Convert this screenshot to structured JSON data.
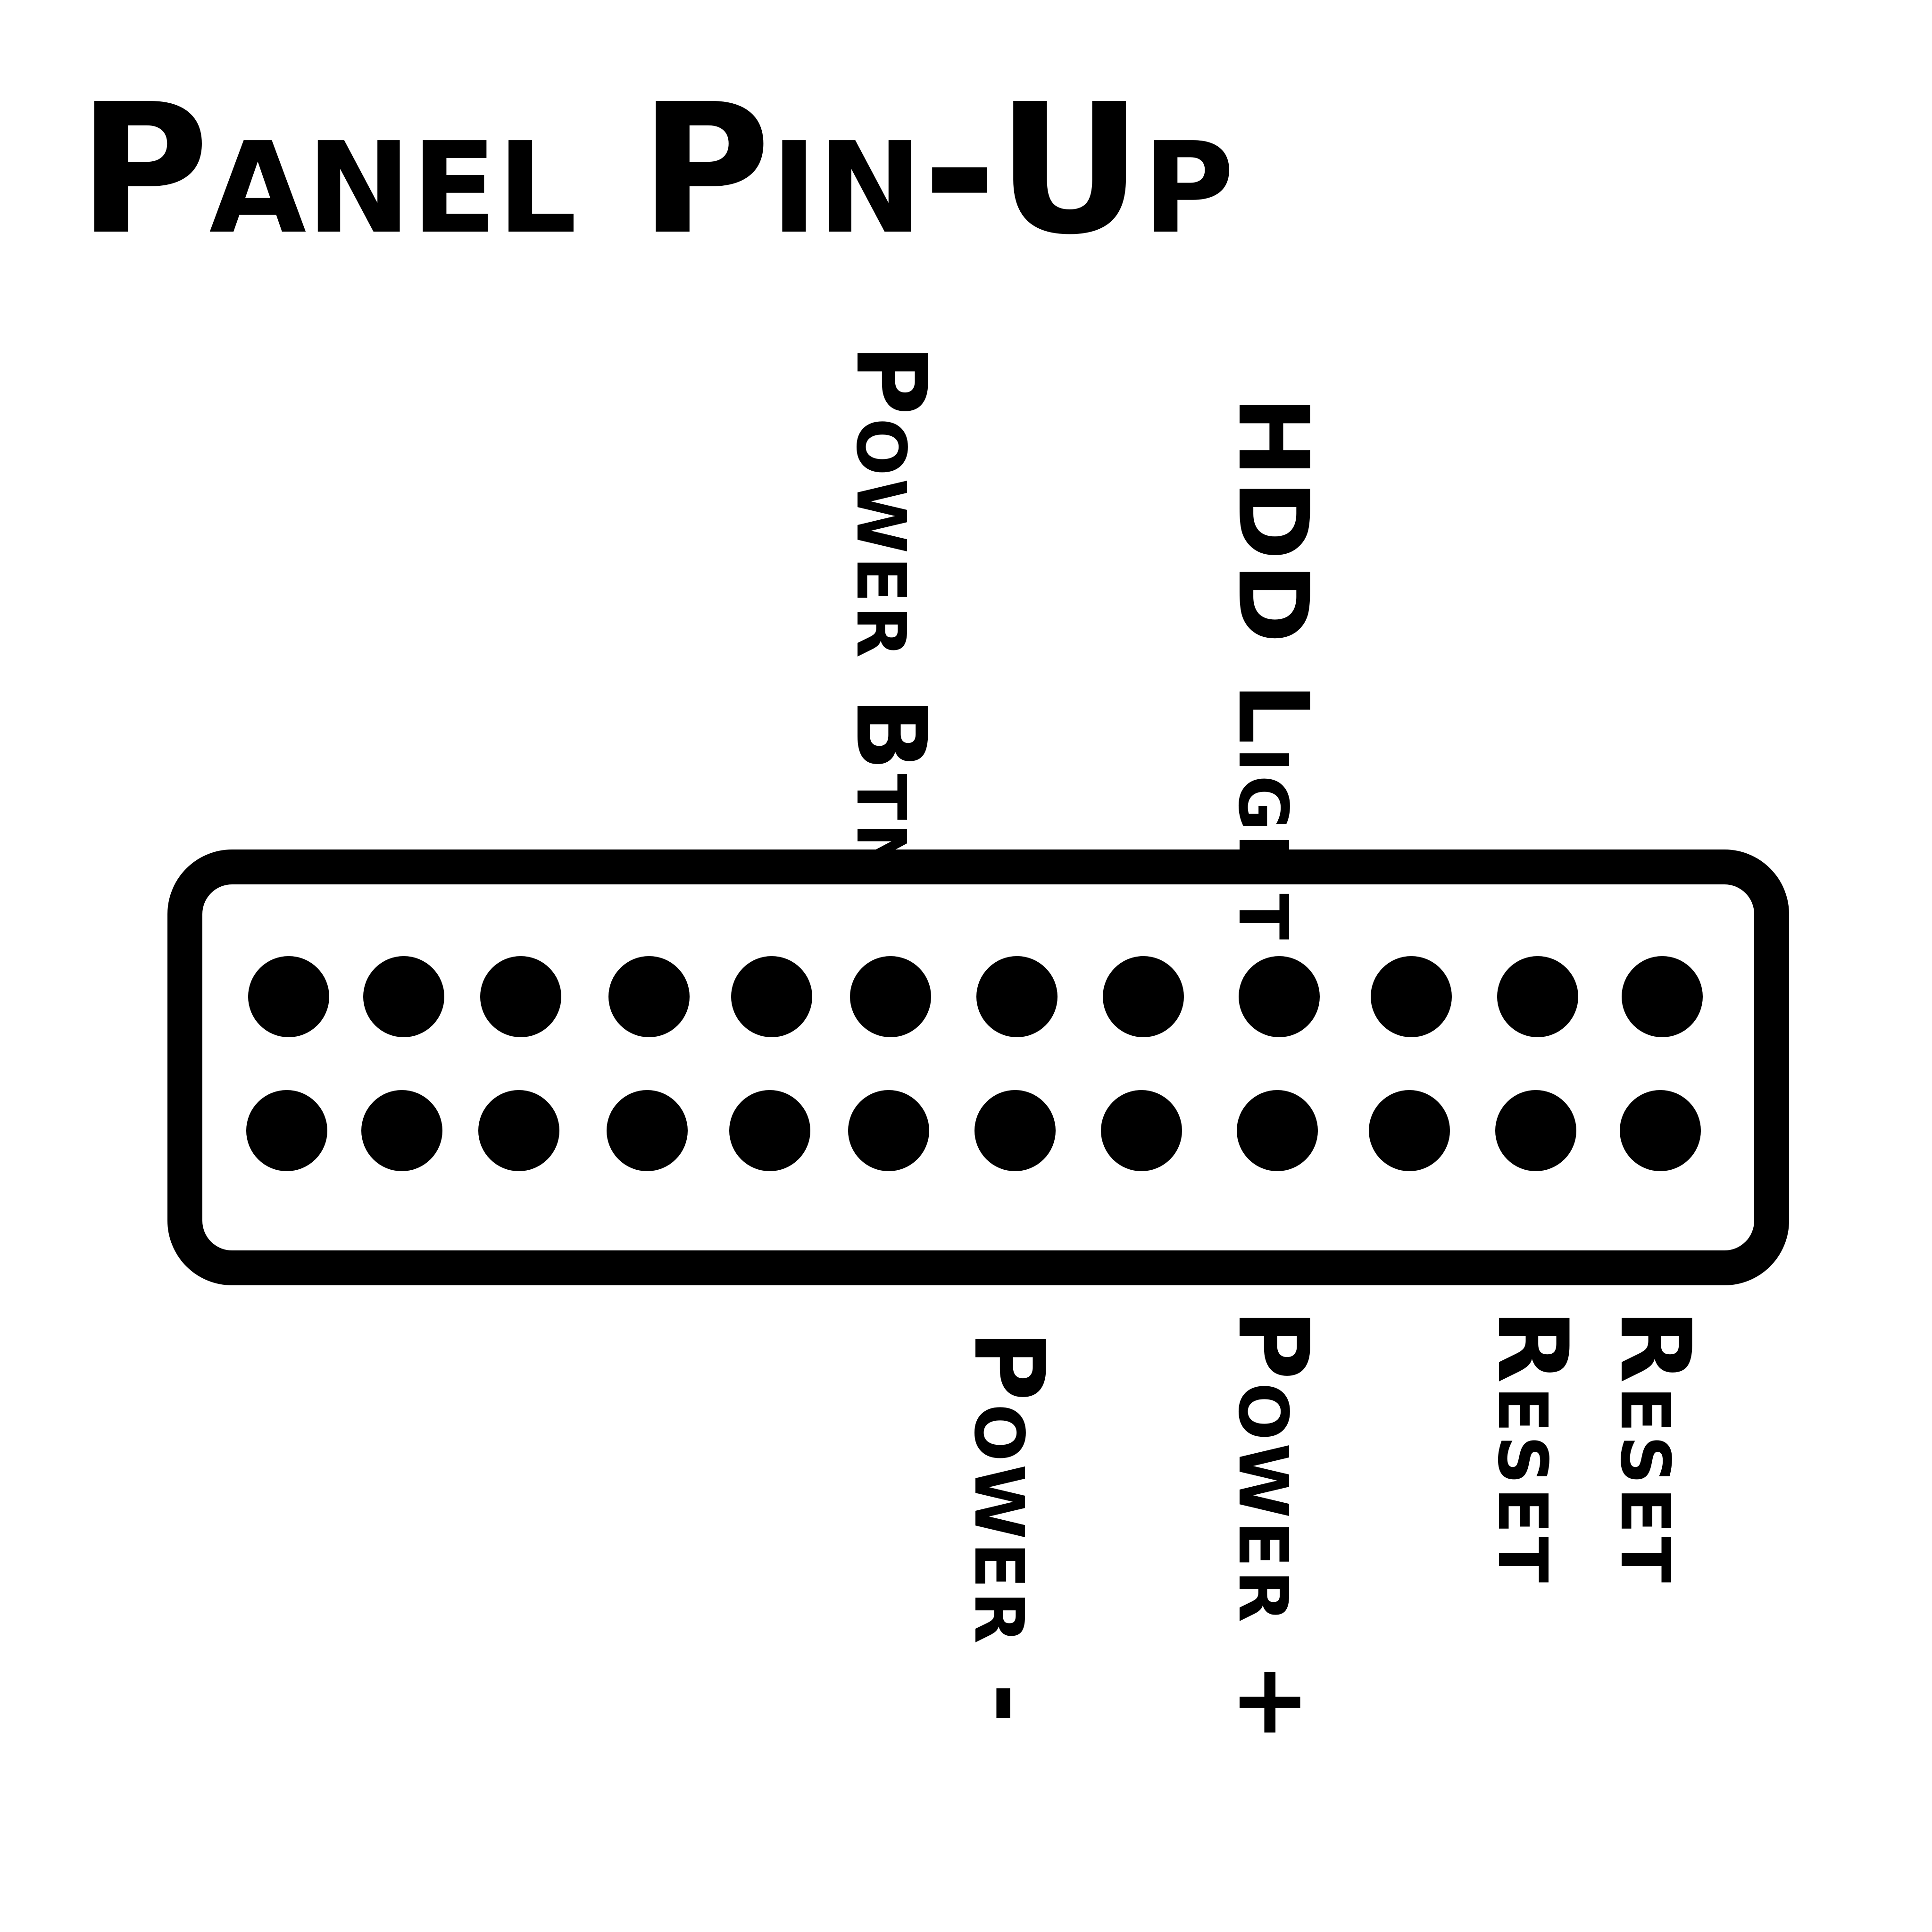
{
  "title": "Panel Pin-Up",
  "labels": {
    "power_btn": "Power Btn",
    "hdd_light": "HDD Light",
    "power_minus": "Power -",
    "power_plus": "Power +",
    "reset_1": "Reset",
    "reset_2": "Reset"
  },
  "connector": {
    "rows": 2,
    "pins_per_row": 12
  },
  "colors": {
    "ink": "#000000",
    "background": "#ffffff"
  }
}
